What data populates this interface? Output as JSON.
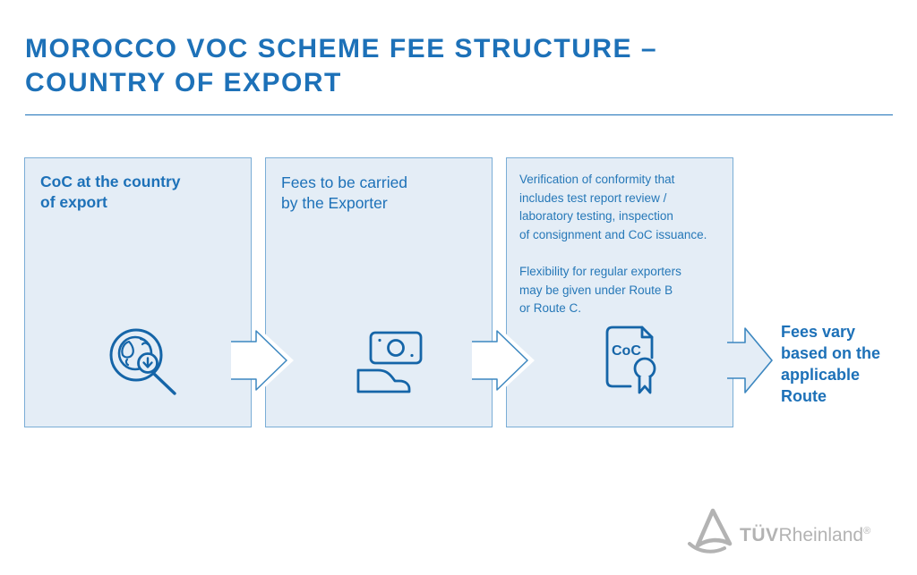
{
  "title": {
    "line1": "MOROCCO VOC SCHEME FEE STRUCTURE –",
    "line2": "COUNTRY OF EXPORT"
  },
  "boxes": {
    "box1": {
      "heading_line1": "CoC at the country",
      "heading_line2": "of export",
      "icon": "globe-search-magnifier-icon"
    },
    "box2": {
      "text_line1": "Fees to be carried",
      "text_line2": "by the Exporter",
      "icon": "banknote-in-hand-icon"
    },
    "box3": {
      "paragraph1": [
        "Verification of conformity that",
        "includes test report review /",
        "laboratory testing, inspection",
        "of consignment and CoC issuance."
      ],
      "paragraph2": [
        "Flexibility for regular exporters",
        "may be given under Route B",
        "or Route C."
      ],
      "icon": "coc-certificate-icon",
      "icon_text": "CoC"
    }
  },
  "outcome": {
    "lines": [
      "Fees vary",
      "based on the",
      "applicable",
      "Route"
    ]
  },
  "logo": {
    "tuv": "TÜV",
    "rheinland": "Rheinland",
    "registered": "®"
  },
  "colors": {
    "primary_blue": "#1d71b8",
    "icon_blue": "#1565a8",
    "box_fill": "#e4edf6",
    "box_border": "#7aadd6",
    "logo_gray": "#b3b3b3"
  }
}
